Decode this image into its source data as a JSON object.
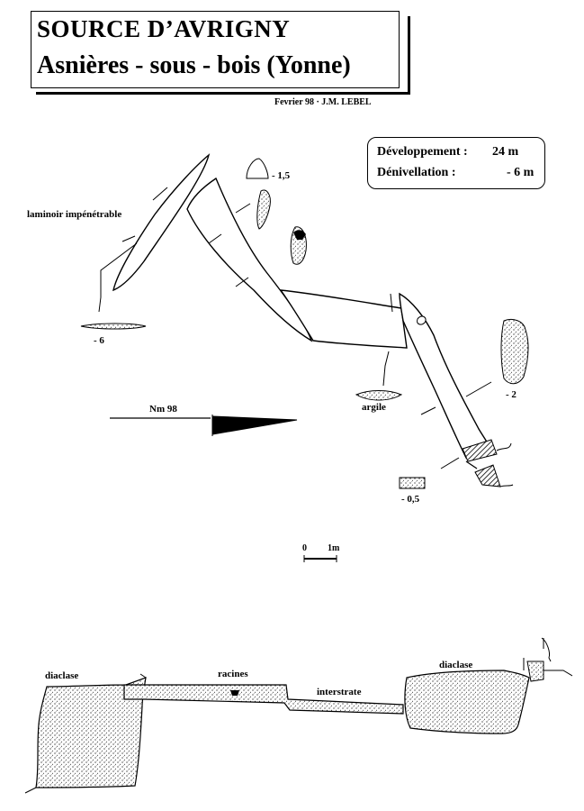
{
  "title": {
    "line1": "SOURCE D’AVRIGNY",
    "line2": "Asnières - sous - bois (Yonne)"
  },
  "credit": "Fevrier 98 · J.M. LEBEL",
  "stats": {
    "development_label": "Développement :",
    "development_value": "24 m",
    "denivellation_label": "Dénivellation :",
    "denivellation_value": "- 6 m"
  },
  "plan_labels": {
    "laminoir": "laminoir impénétrable",
    "depth_1_5": "- 1,5",
    "depth_6": "- 6",
    "depth_2": "- 2",
    "depth_0_5": "- 0,5",
    "argile": "argile",
    "north": "Nm 98"
  },
  "scale": {
    "zero": "0",
    "one": "1m"
  },
  "profile_labels": {
    "diaclase_left": "diaclase",
    "racines": "racines",
    "interstrate": "interstrate",
    "diaclase_right": "diaclase"
  },
  "colors": {
    "ink": "#000000",
    "paper": "#ffffff"
  }
}
